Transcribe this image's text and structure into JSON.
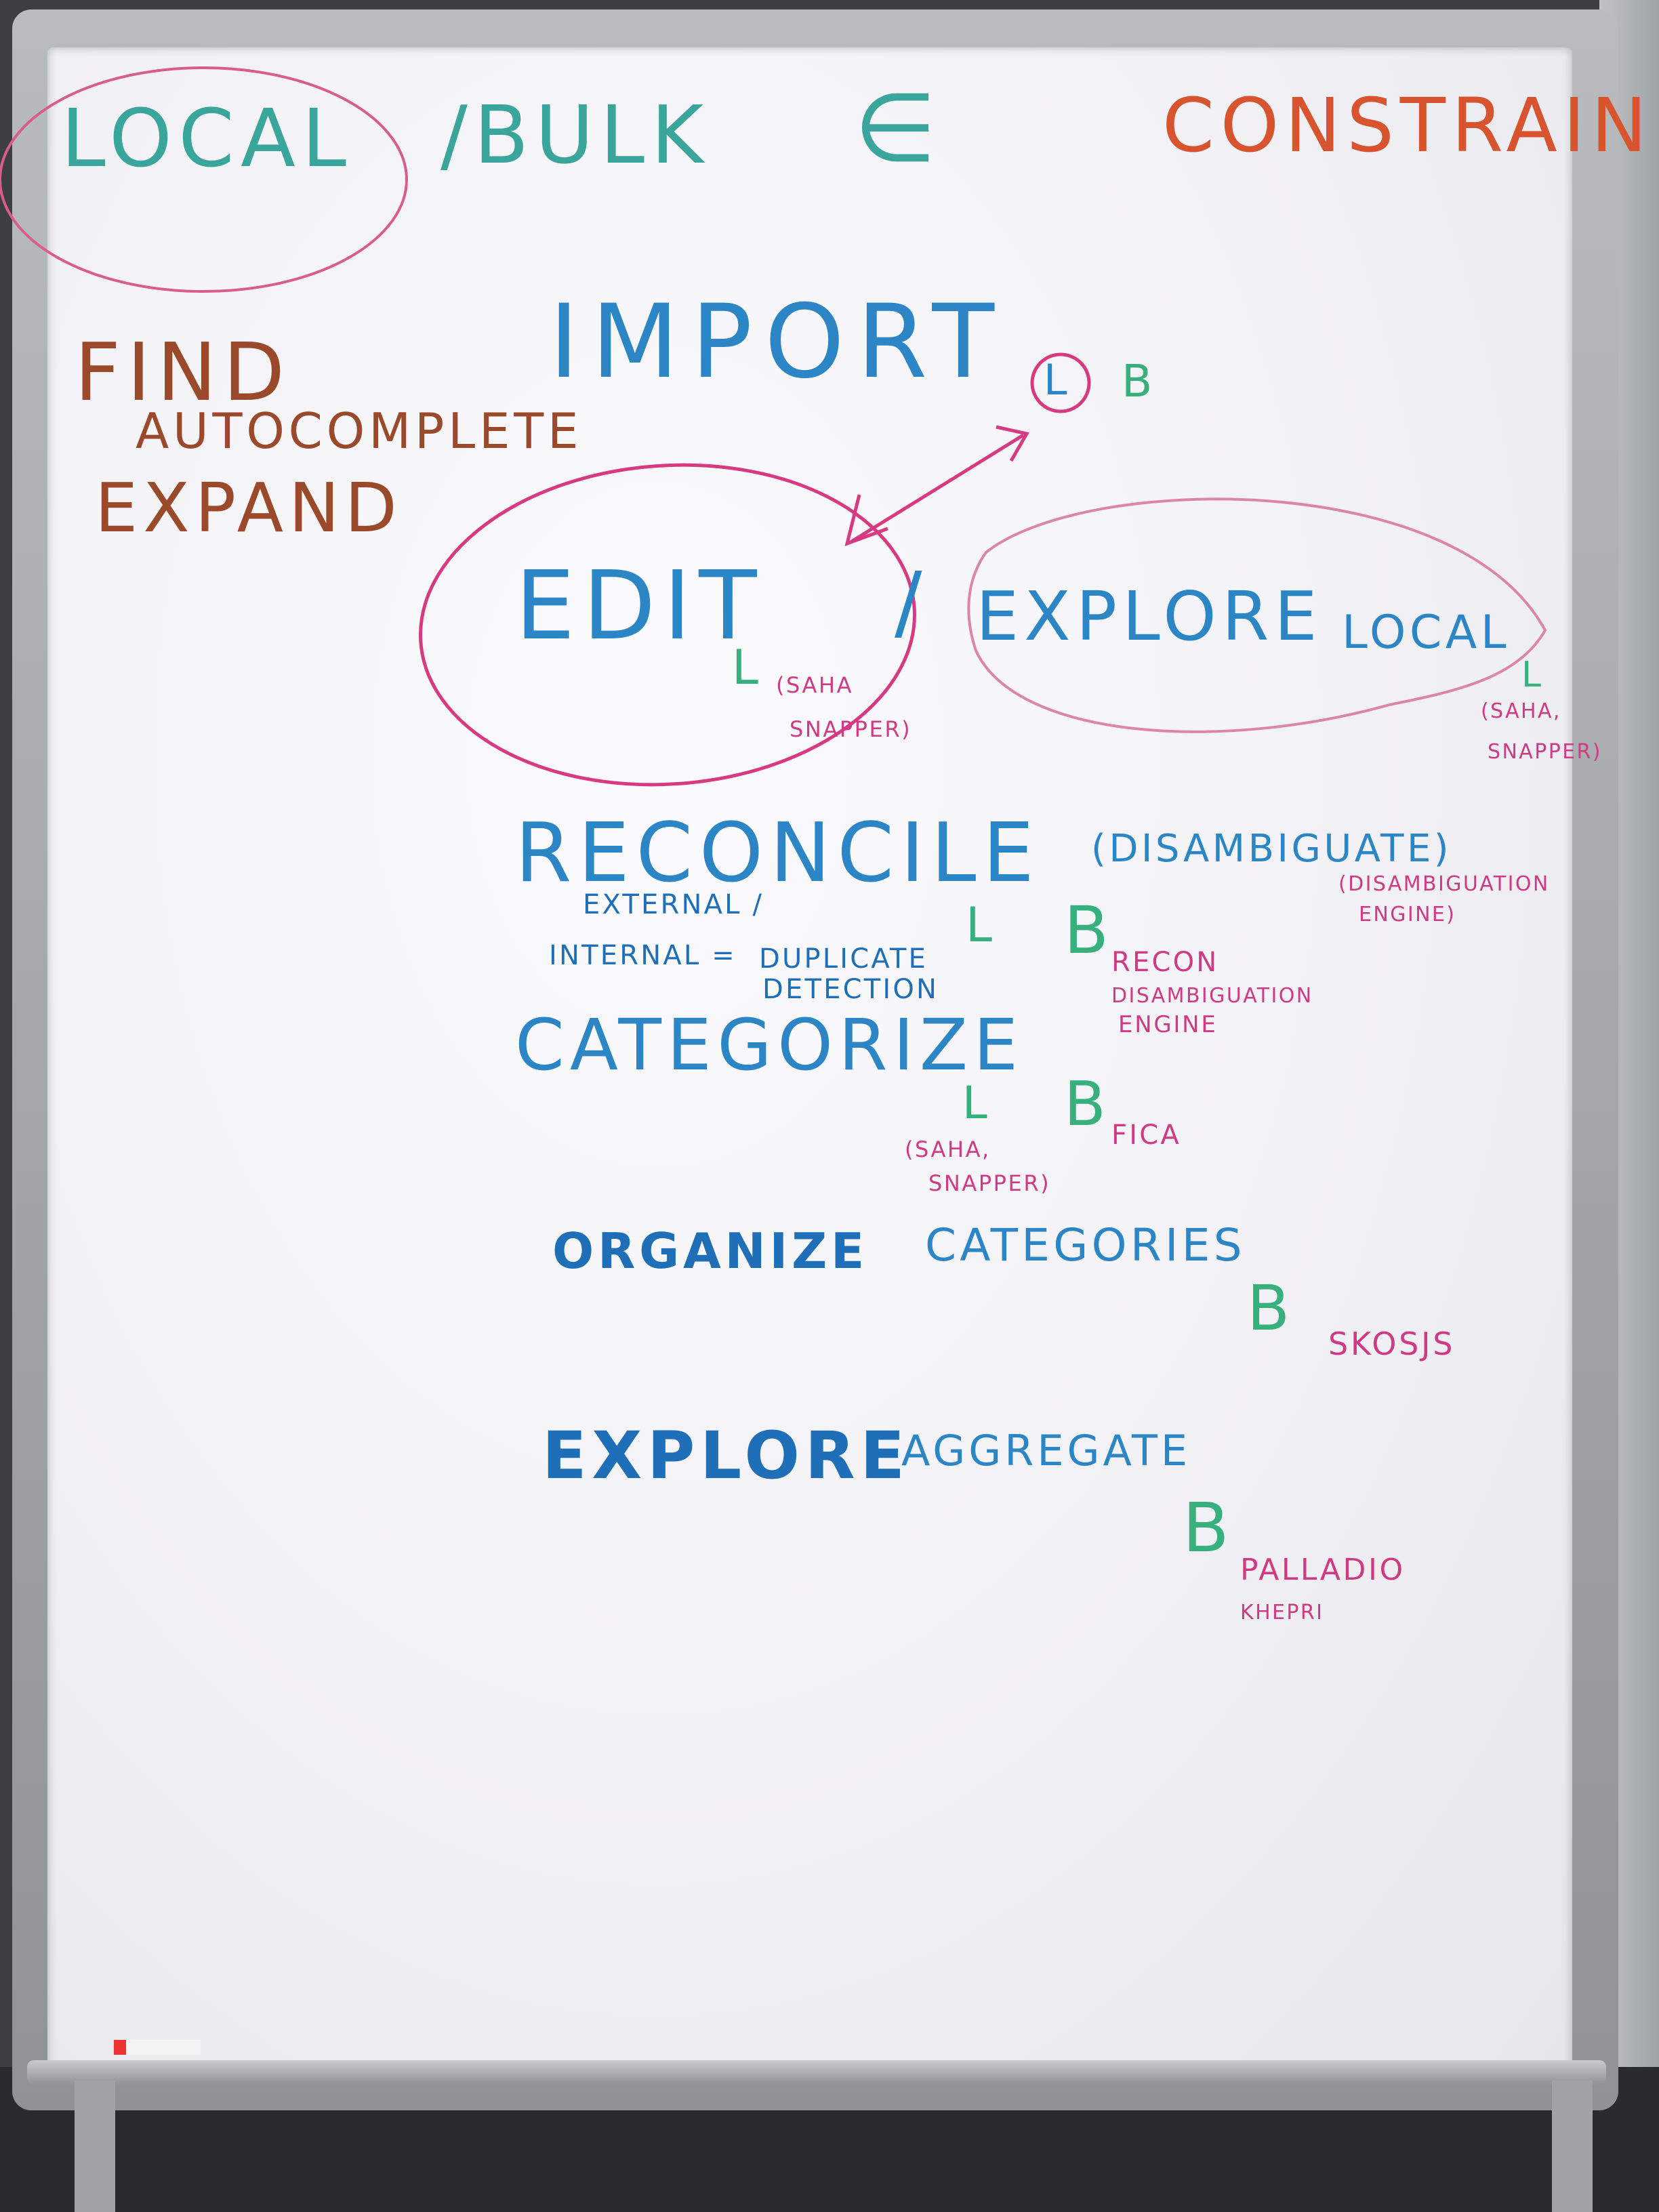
{
  "whiteboard": {
    "header": {
      "local": "LOCAL",
      "bulk": "/BULK",
      "element_of": "∈",
      "constrain": "CONSTRAIN"
    },
    "find": {
      "title": "FIND",
      "autocomplete": "AUTOCOMPLETE",
      "expand": "EXPAND"
    },
    "import": {
      "title": "IMPORT",
      "l": "L",
      "b": "B"
    },
    "edit": {
      "title": "EDIT",
      "slash": "/",
      "l": "L",
      "tools_line1": "(SAHA",
      "tools_line2": "SNAPPER)"
    },
    "explore_local": {
      "title": "EXPLORE",
      "local": "LOCAL",
      "l": "L",
      "tools_line1": "(SAHA,",
      "tools_line2": "SNAPPER)"
    },
    "reconcile": {
      "title": "RECONCILE",
      "external": "EXTERNAL /",
      "internal": "INTERNAL =",
      "duplicate": "DUPLICATE",
      "detection": "DETECTION",
      "disambiguate": "(DISAMBIGUATE)",
      "engine_line1": "(DISAMBIGUATION",
      "engine_line2": "ENGINE)",
      "l": "L",
      "b": "B",
      "b_line1": "RECON",
      "b_line2": "DISAMBIGUATION",
      "b_line3": "ENGINE"
    },
    "categorize": {
      "title": "CATEGORIZE",
      "l": "L",
      "b": "B",
      "tools_line1": "(SAHA,",
      "tools_line2": "SNAPPER)",
      "b_tool": "FICA"
    },
    "organize": {
      "title": "ORGANIZE",
      "categories": "CATEGORIES",
      "b": "B",
      "b_tool": "SKOSJS"
    },
    "explore_aggregate": {
      "title": "EXPLORE",
      "aggregate": "AGGREGATE",
      "b": "B",
      "tool1": "PALLADIO",
      "tool2": "KHEPRI"
    }
  }
}
